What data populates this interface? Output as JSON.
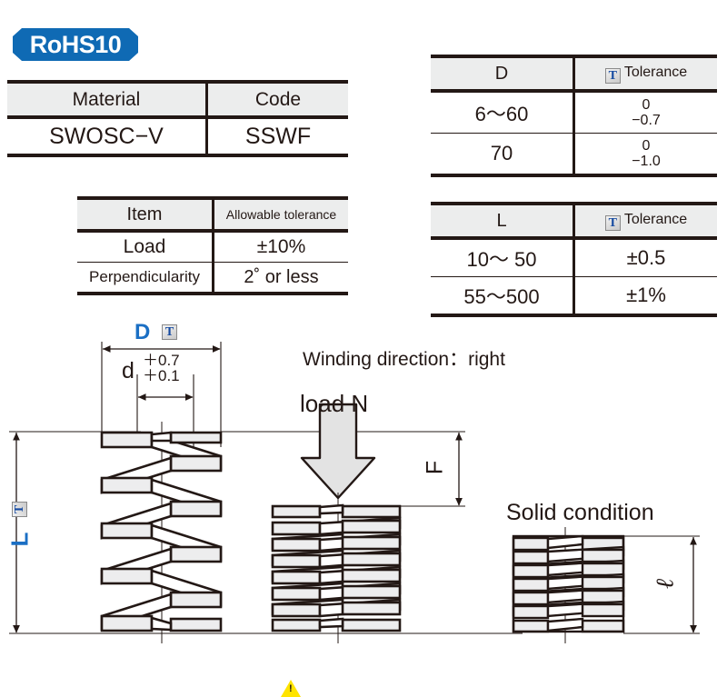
{
  "badge": {
    "rohs_label": "RoHS10"
  },
  "material_table": {
    "headers": [
      "Material",
      "Code"
    ],
    "rows": [
      [
        "SWOSC−V",
        "SSWF"
      ]
    ]
  },
  "item_table": {
    "headers": [
      "Item",
      "Allowable tolerance"
    ],
    "rows": [
      [
        "Load",
        "±10%"
      ],
      [
        "Perpendicularity",
        "2˚ or less"
      ]
    ]
  },
  "d_table": {
    "headers": [
      "D",
      "Tolerance"
    ],
    "tolerance_icon": "T",
    "rows": [
      {
        "range": "6～60",
        "upper": "0",
        "lower": "−0.7"
      },
      {
        "range": "70",
        "upper": "0",
        "lower": "−1.0"
      }
    ]
  },
  "l_table": {
    "headers": [
      "L",
      "Tolerance"
    ],
    "tolerance_icon": "T",
    "rows": [
      {
        "range": "10～  50",
        "tol": "±0.5"
      },
      {
        "range": "55～500",
        "tol": "±1%"
      }
    ]
  },
  "diagram": {
    "dim_D": "D",
    "dim_D_icon": "T",
    "dim_d": "d",
    "d_tol_upper": "＋0.7",
    "d_tol_lower": "＋0.1",
    "warning_text": "Winding direction：right",
    "warning_icon": "warning-triangle-icon",
    "load_label": "load N",
    "dim_F": "F",
    "dim_L": "L",
    "dim_L_icon": "T",
    "solid_condition_label": "Solid condition",
    "dim_l": "ℓ"
  },
  "colors": {
    "ink": "#231815",
    "blue": "#1b6fc4",
    "rohs_blue": "#0f6ab4",
    "header_fill": "#eceded",
    "coil_fill": "#ededee",
    "arrow_fill": "#e3e3e3",
    "warn_yellow": "#ffe400"
  }
}
